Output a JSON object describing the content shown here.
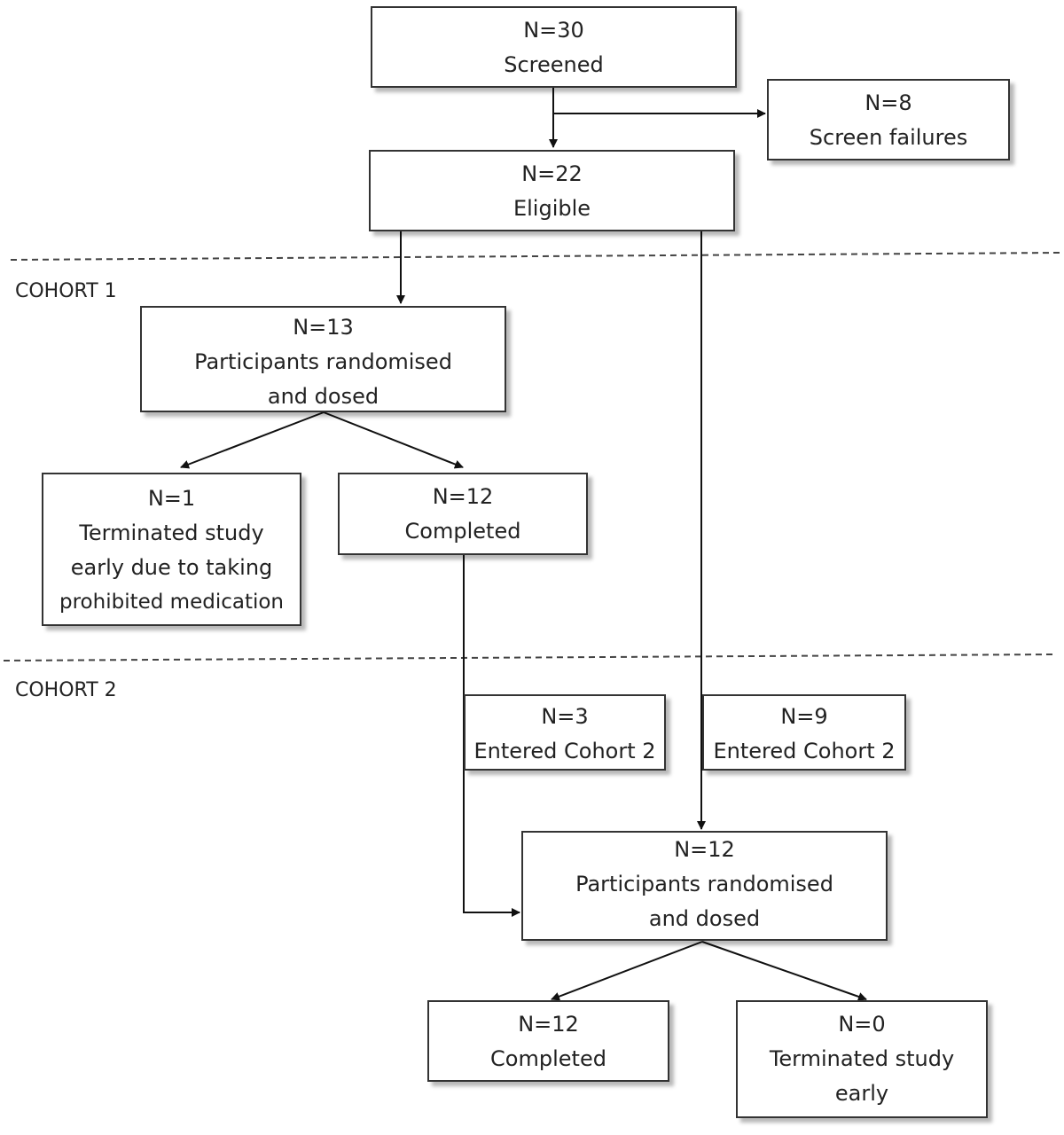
{
  "cohorts": {
    "cohort1_label": "COHORT 1",
    "cohort2_label": "COHORT 2"
  },
  "nodes": {
    "screened": {
      "n": "N=30",
      "lines": [
        "Screened"
      ]
    },
    "screen_failures": {
      "n": "N=8",
      "lines": [
        "Screen failures"
      ]
    },
    "eligible": {
      "n": "N=22",
      "lines": [
        "Eligible"
      ]
    },
    "c1_randomised": {
      "n": "N=13",
      "lines": [
        "Participants randomised",
        "and dosed"
      ]
    },
    "c1_terminated": {
      "n": "N=1",
      "lines": [
        "Terminated study",
        "early due to taking",
        "prohibited medication"
      ]
    },
    "c1_completed": {
      "n": "N=12",
      "lines": [
        "Completed"
      ]
    },
    "entered_c2_from_c1": {
      "n": "N=3",
      "lines": [
        "Entered Cohort 2"
      ]
    },
    "entered_c2_new": {
      "n": "N=9",
      "lines": [
        "Entered Cohort 2"
      ]
    },
    "c2_randomised": {
      "n": "N=12",
      "lines": [
        "Participants randomised",
        "and dosed"
      ]
    },
    "c2_completed": {
      "n": "N=12",
      "lines": [
        "Completed"
      ]
    },
    "c2_terminated": {
      "n": "N=0",
      "lines": [
        "Terminated study",
        "early"
      ]
    }
  }
}
